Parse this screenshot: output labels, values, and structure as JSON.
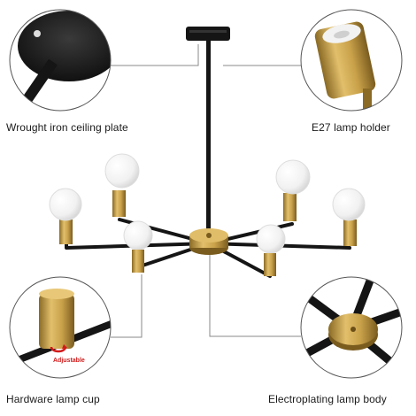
{
  "captions": {
    "ceiling_plate": "Wrought iron ceiling plate",
    "lamp_holder": "E27 lamp holder",
    "lamp_cup": "Hardware lamp cup",
    "lamp_body": "Electroplating lamp body"
  },
  "badge": {
    "adjustable": "Adjustable"
  },
  "colors": {
    "iron": "#1b1b1b",
    "brass": "#c9a14a",
    "bulb": "#f4f4f4",
    "callout_line": "#8a8a8a",
    "badge_red": "#d11a1a"
  }
}
